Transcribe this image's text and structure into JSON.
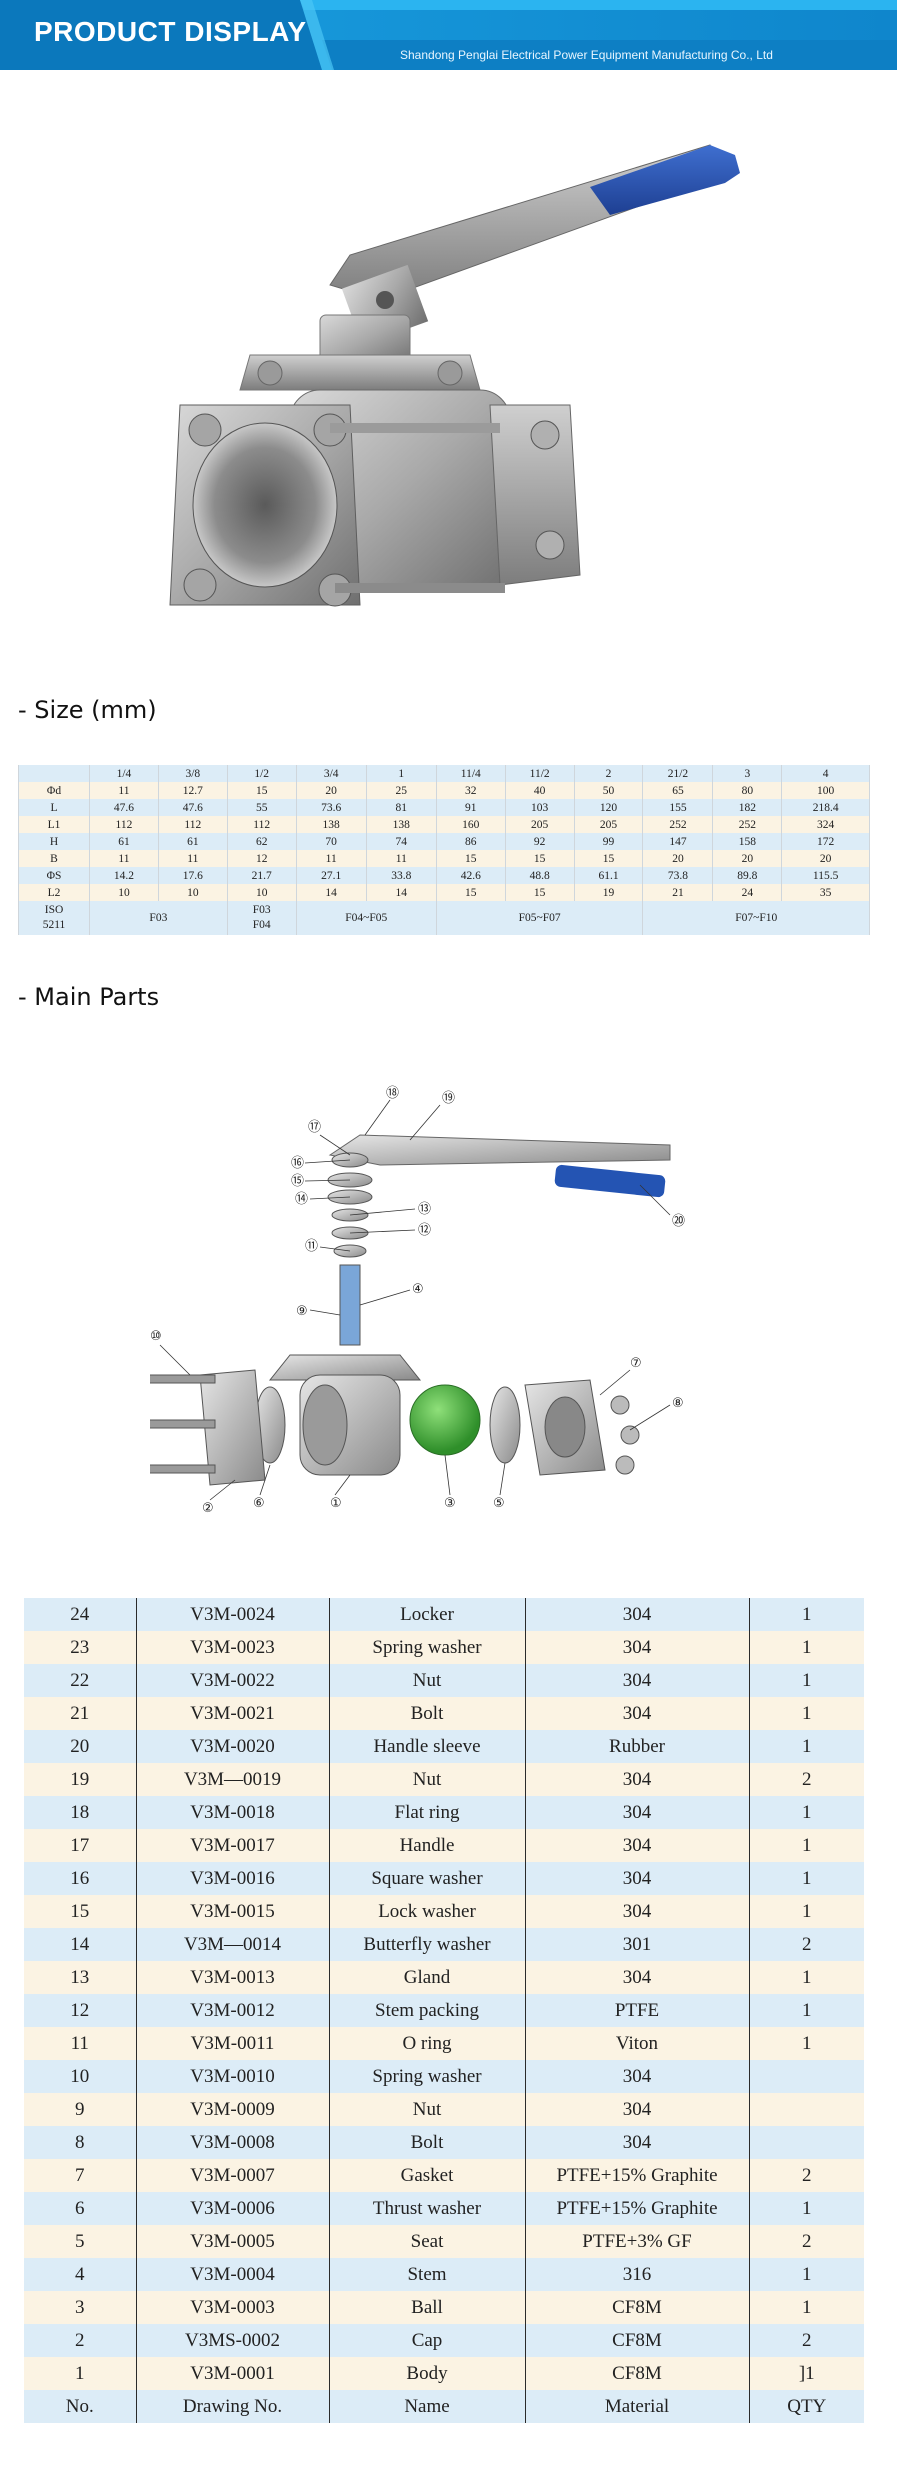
{
  "header": {
    "title": "PRODUCT DISPLAY",
    "company": "Shandong Penglai Electrical Power Equipment Manufacturing Co., Ltd"
  },
  "colors": {
    "banner": "#1597d9",
    "banner_dark": "#0b76b8",
    "handle": "#2454b3",
    "ball": "#3fae3a"
  },
  "sections": {
    "size": "- Size (mm)",
    "parts": "- Main Parts"
  },
  "size_table": {
    "header": [
      "",
      "1/4",
      "3/8",
      "1/2",
      "3/4",
      "1",
      "11/4",
      "11/2",
      "2",
      "21/2",
      "3",
      "4"
    ],
    "rows": [
      [
        "Φd",
        "11",
        "12.7",
        "15",
        "20",
        "25",
        "32",
        "40",
        "50",
        "65",
        "80",
        "100"
      ],
      [
        "L",
        "47.6",
        "47.6",
        "55",
        "73.6",
        "81",
        "91",
        "103",
        "120",
        "155",
        "182",
        "218.4"
      ],
      [
        "L1",
        "112",
        "112",
        "112",
        "138",
        "138",
        "160",
        "205",
        "205",
        "252",
        "252",
        "324"
      ],
      [
        "H",
        "61",
        "61",
        "62",
        "70",
        "74",
        "86",
        "92",
        "99",
        "147",
        "158",
        "172"
      ],
      [
        "B",
        "11",
        "11",
        "12",
        "11",
        "11",
        "15",
        "15",
        "15",
        "20",
        "20",
        "20"
      ],
      [
        "ΦS",
        "14.2",
        "17.6",
        "21.7",
        "27.1",
        "33.8",
        "42.6",
        "48.8",
        "61.1",
        "73.8",
        "89.8",
        "115.5"
      ],
      [
        "L2",
        "10",
        "10",
        "10",
        "14",
        "14",
        "15",
        "15",
        "19",
        "21",
        "24",
        "35"
      ]
    ],
    "iso": {
      "label1": "ISO",
      "label2": "5211",
      "f03": "F03",
      "f03f04_1": "F03",
      "f03f04_2": "F04",
      "f04f05": "F04~F05",
      "f05f07": "F05~F07",
      "f07f10": "F07~F10"
    }
  },
  "diagram": {
    "labels": [
      "①",
      "②",
      "③",
      "④",
      "⑤",
      "⑥",
      "⑦",
      "⑧",
      "⑨",
      "⑩",
      "⑪",
      "⑫",
      "⑬",
      "⑭",
      "⑮",
      "⑯",
      "⑰",
      "⑱",
      "⑲",
      "⑳"
    ]
  },
  "parts_table": {
    "rows": [
      [
        "24",
        "V3M-0024",
        "Locker",
        "304",
        "1"
      ],
      [
        "23",
        "V3M-0023",
        "Spring washer",
        "304",
        "1"
      ],
      [
        "22",
        "V3M-0022",
        "Nut",
        "304",
        "1"
      ],
      [
        "21",
        "V3M-0021",
        "Bolt",
        "304",
        "1"
      ],
      [
        "20",
        "V3M-0020",
        "Handle sleeve",
        "Rubber",
        "1"
      ],
      [
        "19",
        "V3M—0019",
        "Nut",
        "304",
        "2"
      ],
      [
        "18",
        "V3M-0018",
        "Flat ring",
        "304",
        "1"
      ],
      [
        "17",
        "V3M-0017",
        "Handle",
        "304",
        "1"
      ],
      [
        "16",
        "V3M-0016",
        "Square washer",
        "304",
        "1"
      ],
      [
        "15",
        "V3M-0015",
        "Lock washer",
        "304",
        "1"
      ],
      [
        "14",
        "V3M—0014",
        "Butterfly washer",
        "301",
        "2"
      ],
      [
        "13",
        "V3M-0013",
        "Gland",
        "304",
        "1"
      ],
      [
        "12",
        "V3M-0012",
        "Stem packing",
        "PTFE",
        "1"
      ],
      [
        "11",
        "V3M-0011",
        "O ring",
        "Viton",
        "1"
      ],
      [
        "10",
        "V3M-0010",
        "Spring washer",
        "304",
        ""
      ],
      [
        "9",
        "V3M-0009",
        "Nut",
        "304",
        ""
      ],
      [
        "8",
        "V3M-0008",
        "Bolt",
        "304",
        ""
      ],
      [
        "7",
        "V3M-0007",
        "Gasket",
        "PTFE+15% Graphite",
        "2"
      ],
      [
        "6",
        "V3M-0006",
        "Thrust washer",
        "PTFE+15% Graphite",
        "1"
      ],
      [
        "5",
        "V3M-0005",
        "Seat",
        "PTFE+3% GF",
        "2"
      ],
      [
        "4",
        "V3M-0004",
        "Stem",
        "316",
        "1"
      ],
      [
        "3",
        "V3M-0003",
        "Ball",
        "CF8M",
        "1"
      ],
      [
        "2",
        "V3MS-0002",
        "Cap",
        "CF8M",
        "2"
      ],
      [
        "1",
        "V3M-0001",
        "Body",
        "CF8M",
        "]1"
      ],
      [
        "No.",
        "Drawing No.",
        "Name",
        "Material",
        "QTY"
      ]
    ]
  }
}
